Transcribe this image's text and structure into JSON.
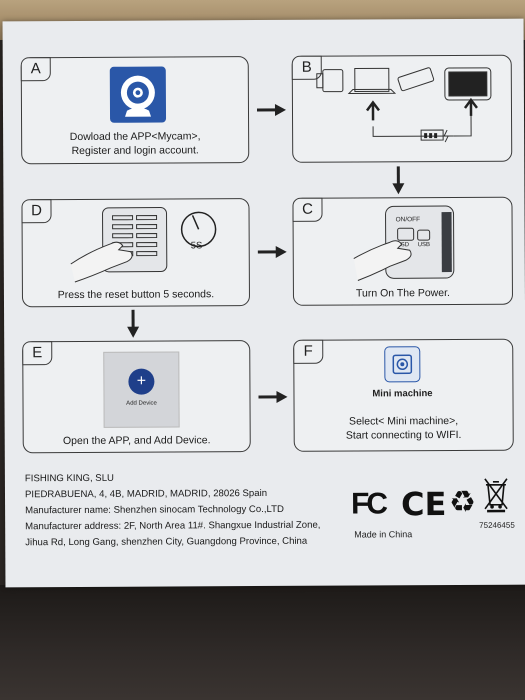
{
  "panels": {
    "a": {
      "letter": "A",
      "line1": "Dowload the APP<Mycam>,",
      "line2": "Register and login account."
    },
    "b": {
      "letter": "B"
    },
    "c": {
      "letter": "C",
      "caption": "Turn On The Power.",
      "switch_label": "ON/OFF",
      "sd_label": "SD",
      "usb_label": "USB"
    },
    "d": {
      "letter": "D",
      "caption": "Press the reset button 5 seconds.",
      "timer_label": "5S"
    },
    "e": {
      "letter": "E",
      "caption": "Open the APP, and Add Device.",
      "add_device_label": "Add Device"
    },
    "f": {
      "letter": "F",
      "device_label": "Mini machine",
      "line1": "Select< Mini machine>,",
      "line2": "Start connecting to WIFI."
    }
  },
  "footer": {
    "company": "FISHING KING, SLU",
    "address": "PIEDRABUENA, 4, 4B, MADRID, MADRID, 28026 Spain",
    "manufacturer": "Manufacturer name: Shenzhen sinocam Technology Co.,LTD",
    "mfr_address_1": "Manufacturer address: 2F, North Area 11#. Shangxue Industrial Zone,",
    "mfr_address_2": "Jihua Rd, Long Gang, shenzhen City, Guangdong Province, China",
    "made_in": "Made in China",
    "fcc": "FC",
    "ce": "CE",
    "code": "75246455"
  }
}
